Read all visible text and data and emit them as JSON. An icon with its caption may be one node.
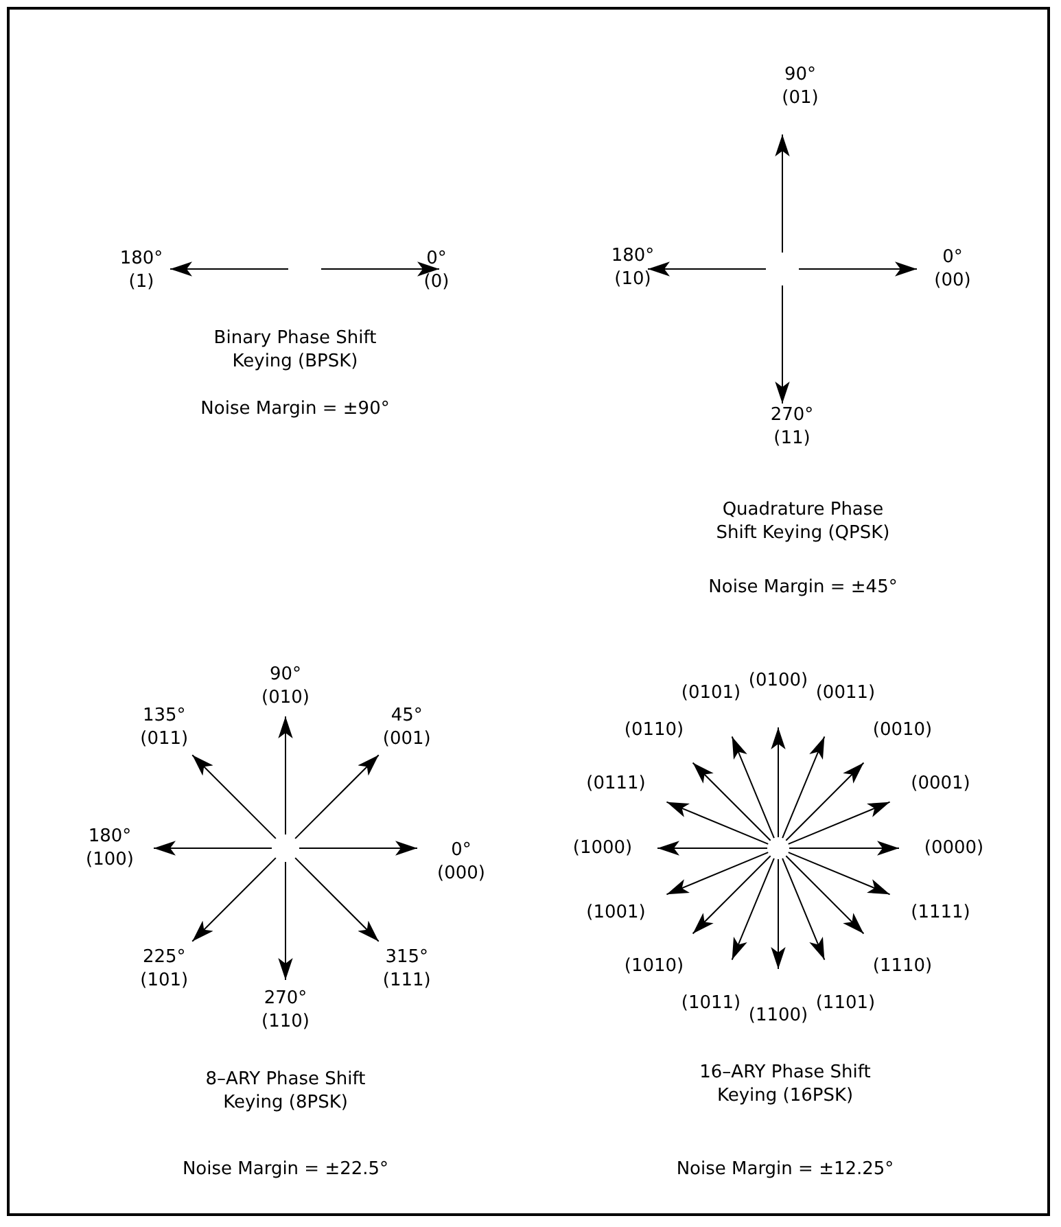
{
  "diagram": {
    "labels": [
      "180° (1)",
      "0° (0)",
      "Binary Phase Shift Keying (BPSK)",
      "Noise Margin = ±90°",
      "90° (01)",
      "180° (10)",
      "0° (00)",
      "270° (11)",
      "Quadrature Phase Shift Keying (QPSK)",
      "Noise Margin = ±45°",
      "90° (010)",
      "135° (011)",
      "45° (001)",
      "180° (100)",
      "0° (000)",
      "225° (101)",
      "315° (111)",
      "270° (110)",
      "8–ARY Phase Shift Keying (8PSK)",
      "Noise Margin = ±22.5°",
      "(0100)",
      "(0101)",
      "(0011)",
      "(0110)",
      "(0010)",
      "(0111)",
      "(0001)",
      "(1000)",
      "(0000)",
      "(1001)",
      "(1111)",
      "(1010)",
      "(1110)",
      "(1011)",
      "(1101)",
      "(1100)",
      "16–ARY Phase Shift Keying (16PSK)",
      "Noise Margin = ±12.25°"
    ]
  }
}
